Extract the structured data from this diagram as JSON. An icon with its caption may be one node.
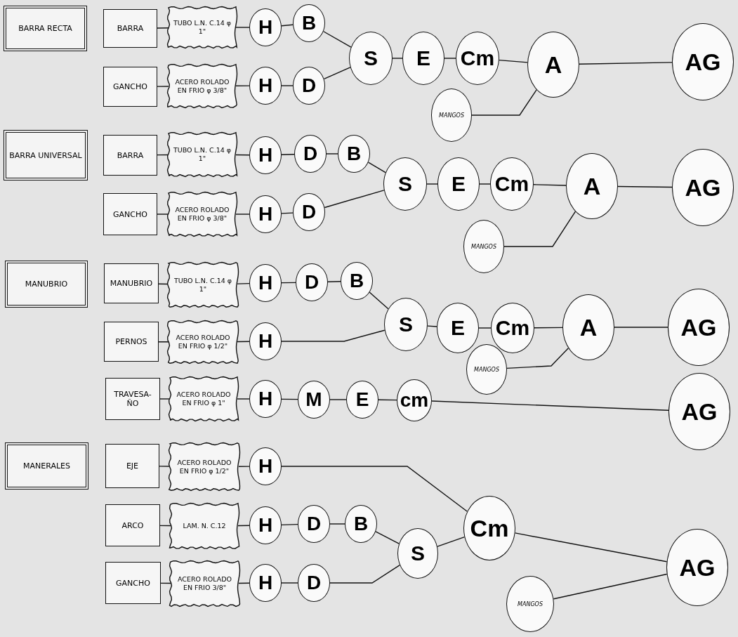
{
  "diagram": {
    "nodes": [
      {
        "text": [
          "BARRA RECTA"
        ]
      },
      {
        "text": [
          "BARRA"
        ]
      },
      {
        "text": [
          "TUBO L.N. C.14 φ 1\""
        ]
      },
      {
        "text": [
          "H"
        ]
      },
      {
        "text": [
          "B"
        ]
      },
      {
        "text": [
          "S"
        ]
      },
      {
        "text": [
          "E"
        ]
      },
      {
        "text": [
          "Cm"
        ]
      },
      {
        "text": [
          "A"
        ]
      },
      {
        "text": [
          "AG"
        ]
      },
      {
        "text": [
          "GANCHO"
        ]
      },
      {
        "text": [
          "ACERO ROLADO EN FRIO φ 3/8\""
        ]
      },
      {
        "text": [
          "H"
        ]
      },
      {
        "text": [
          "D"
        ]
      },
      {
        "text": [
          "MANGOS"
        ]
      },
      {
        "text": [
          "BARRA UNIVERSAL"
        ]
      },
      {
        "text": [
          "BARRA"
        ]
      },
      {
        "text": [
          "TUBO L.N. C.14 φ 1\""
        ]
      },
      {
        "text": [
          "H"
        ]
      },
      {
        "text": [
          "D"
        ]
      },
      {
        "text": [
          "B"
        ]
      },
      {
        "text": [
          "S"
        ]
      },
      {
        "text": [
          "E"
        ]
      },
      {
        "text": [
          "Cm"
        ]
      },
      {
        "text": [
          "A"
        ]
      },
      {
        "text": [
          "AG"
        ]
      },
      {
        "text": [
          "GANCHO"
        ]
      },
      {
        "text": [
          "ACERO ROLADO EN FRIO φ 3/8\""
        ]
      },
      {
        "text": [
          "H"
        ]
      },
      {
        "text": [
          "D"
        ]
      },
      {
        "text": [
          "MANGOS"
        ]
      },
      {
        "text": [
          "MANUBRIO"
        ]
      },
      {
        "text": [
          "MANUBRIO"
        ]
      },
      {
        "text": [
          "TUBO L.N. C.14 φ 1\""
        ]
      },
      {
        "text": [
          "H"
        ]
      },
      {
        "text": [
          "D"
        ]
      },
      {
        "text": [
          "B"
        ]
      },
      {
        "text": [
          "S"
        ]
      },
      {
        "text": [
          "E"
        ]
      },
      {
        "text": [
          "Cm"
        ]
      },
      {
        "text": [
          "A"
        ]
      },
      {
        "text": [
          "AG"
        ]
      },
      {
        "text": [
          "PERNOS"
        ]
      },
      {
        "text": [
          "ACERO ROLADO EN FRIO φ 1/2\""
        ]
      },
      {
        "text": [
          "H"
        ]
      },
      {
        "text": [
          "MANGOS"
        ]
      },
      {
        "text": [
          "TRAVESA- ÑO"
        ]
      },
      {
        "text": [
          "ACERO ROLADO EN FRIO φ 1\""
        ]
      },
      {
        "text": [
          "H"
        ]
      },
      {
        "text": [
          "M"
        ]
      },
      {
        "text": [
          "E"
        ]
      },
      {
        "text": [
          "cm"
        ]
      },
      {
        "text": [
          "AG"
        ]
      },
      {
        "text": [
          "MANERALES"
        ]
      },
      {
        "text": [
          "EJE"
        ]
      },
      {
        "text": [
          "ACERO ROLADO EN FRIO φ 1/2\""
        ]
      },
      {
        "text": [
          "H"
        ]
      },
      {
        "text": [
          "ARCO"
        ]
      },
      {
        "text": [
          "LAM. N. C.12"
        ]
      },
      {
        "text": [
          "H"
        ]
      },
      {
        "text": [
          "D"
        ]
      },
      {
        "text": [
          "B"
        ]
      },
      {
        "text": [
          "S"
        ]
      },
      {
        "text": [
          "Cm"
        ]
      },
      {
        "text": [
          "GANCHO"
        ]
      },
      {
        "text": [
          "ACERO ROLADO EN FRIO 3/8\""
        ]
      },
      {
        "text": [
          "H"
        ]
      },
      {
        "text": [
          "D"
        ]
      },
      {
        "text": [
          "AG"
        ]
      },
      {
        "text": [
          "MANGOS"
        ]
      }
    ],
    "edges": [
      {
        "from": 1,
        "to": 2,
        "arrow": "none"
      },
      {
        "from": 2,
        "to": 3,
        "arrow": "none"
      },
      {
        "from": 3,
        "to": 4,
        "arrow": "none"
      },
      {
        "from": 4,
        "to": 5,
        "arrow": "none"
      },
      {
        "from": 5,
        "to": 6,
        "arrow": "none"
      },
      {
        "from": 6,
        "to": 7,
        "arrow": "none"
      },
      {
        "from": 7,
        "to": 8,
        "arrow": "none"
      },
      {
        "from": 8,
        "to": 9,
        "arrow": "none"
      },
      {
        "from": 10,
        "to": 11,
        "arrow": "none"
      },
      {
        "from": 11,
        "to": 12,
        "arrow": "none"
      },
      {
        "from": 12,
        "to": 13,
        "arrow": "none"
      },
      {
        "from": 13,
        "to": 5,
        "arrow": "none"
      },
      {
        "from": 14,
        "to": 8,
        "arrow": "none"
      },
      {
        "from": 16,
        "to": 17,
        "arrow": "none"
      },
      {
        "from": 17,
        "to": 18,
        "arrow": "none"
      },
      {
        "from": 18,
        "to": 19,
        "arrow": "none"
      },
      {
        "from": 19,
        "to": 20,
        "arrow": "none"
      },
      {
        "from": 20,
        "to": 21,
        "arrow": "none"
      },
      {
        "from": 21,
        "to": 22,
        "arrow": "none"
      },
      {
        "from": 22,
        "to": 23,
        "arrow": "none"
      },
      {
        "from": 23,
        "to": 24,
        "arrow": "none"
      },
      {
        "from": 24,
        "to": 25,
        "arrow": "none"
      },
      {
        "from": 26,
        "to": 27,
        "arrow": "none"
      },
      {
        "from": 27,
        "to": 28,
        "arrow": "none"
      },
      {
        "from": 28,
        "to": 29,
        "arrow": "none"
      },
      {
        "from": 29,
        "to": 21,
        "arrow": "none"
      },
      {
        "from": 30,
        "to": 24,
        "arrow": "none"
      },
      {
        "from": 32,
        "to": 33,
        "arrow": "none"
      },
      {
        "from": 33,
        "to": 34,
        "arrow": "none"
      },
      {
        "from": 34,
        "to": 35,
        "arrow": "none"
      },
      {
        "from": 35,
        "to": 36,
        "arrow": "none"
      },
      {
        "from": 36,
        "to": 37,
        "arrow": "none"
      },
      {
        "from": 37,
        "to": 38,
        "arrow": "none"
      },
      {
        "from": 38,
        "to": 39,
        "arrow": "none"
      },
      {
        "from": 39,
        "to": 40,
        "arrow": "none"
      },
      {
        "from": 40,
        "to": 41,
        "arrow": "none"
      },
      {
        "from": 42,
        "to": 43,
        "arrow": "none"
      },
      {
        "from": 43,
        "to": 44,
        "arrow": "none"
      },
      {
        "from": 44,
        "to": 37,
        "arrow": "none"
      },
      {
        "from": 45,
        "to": 40,
        "arrow": "none"
      },
      {
        "from": 46,
        "to": 47,
        "arrow": "none"
      },
      {
        "from": 47,
        "to": 48,
        "arrow": "none"
      },
      {
        "from": 48,
        "to": 49,
        "arrow": "none"
      },
      {
        "from": 49,
        "to": 50,
        "arrow": "none"
      },
      {
        "from": 50,
        "to": 51,
        "arrow": "none"
      },
      {
        "from": 51,
        "to": 52,
        "arrow": "none"
      },
      {
        "from": 54,
        "to": 55,
        "arrow": "none"
      },
      {
        "from": 55,
        "to": 56,
        "arrow": "none"
      },
      {
        "from": 56,
        "to": 63,
        "arrow": "none"
      },
      {
        "from": 57,
        "to": 58,
        "arrow": "none"
      },
      {
        "from": 58,
        "to": 59,
        "arrow": "none"
      },
      {
        "from": 59,
        "to": 60,
        "arrow": "none"
      },
      {
        "from": 60,
        "to": 61,
        "arrow": "none"
      },
      {
        "from": 61,
        "to": 62,
        "arrow": "none"
      },
      {
        "from": 62,
        "to": 63,
        "arrow": "none"
      },
      {
        "from": 64,
        "to": 65,
        "arrow": "none"
      },
      {
        "from": 65,
        "to": 66,
        "arrow": "none"
      },
      {
        "from": 66,
        "to": 67,
        "arrow": "none"
      },
      {
        "from": 67,
        "to": 62,
        "arrow": "none"
      },
      {
        "from": 63,
        "to": 68,
        "arrow": "none"
      },
      {
        "from": 69,
        "to": 68,
        "arrow": "none"
      }
    ]
  }
}
